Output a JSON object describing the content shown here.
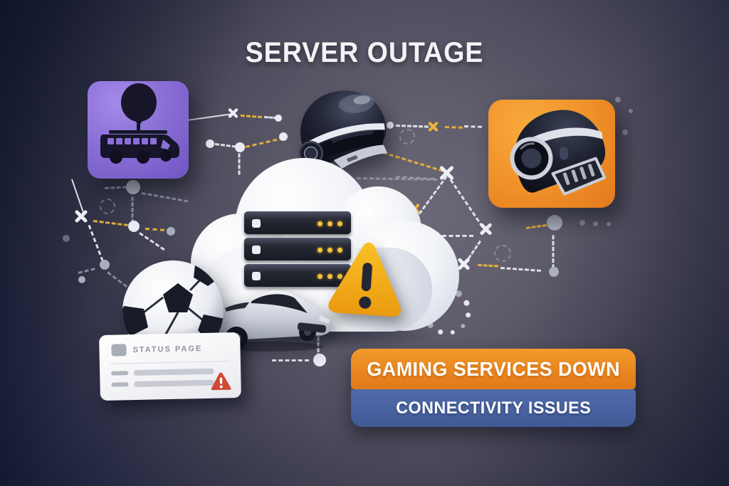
{
  "title": "SERVER OUTAGE",
  "tiles": {
    "battle_bus": {
      "icon": "battle-bus-icon",
      "bg_color": "#8a6fd6"
    },
    "combat_helmet": {
      "icon": "combat-helmet-icon",
      "bg_color": "#f0922a"
    }
  },
  "floating": {
    "racing_helmet": {
      "icon": "racing-helmet-icon"
    }
  },
  "cloud": {
    "icon": "cloud-icon",
    "server_rows": 3,
    "leds_per_row": 3,
    "led_color": "#f2c238",
    "warning": {
      "icon": "warning-triangle-icon",
      "color": "#f2ae18"
    }
  },
  "objects": {
    "soccer_ball": {
      "icon": "soccer-ball-icon"
    },
    "sports_car": {
      "icon": "sports-car-icon"
    }
  },
  "status_card": {
    "title": "STATUS PAGE",
    "rows": 2,
    "alert": {
      "icon": "alert-triangle-icon",
      "color": "#cf4934"
    }
  },
  "banners": {
    "primary": {
      "label": "GAMING SERVICES DOWN",
      "bg_color": "#e8851f"
    },
    "secondary": {
      "label": "CONNECTIVITY ISSUES",
      "bg_color": "#47629f"
    }
  },
  "colors": {
    "background_center": "#615e6d",
    "background_edge": "#141a2e",
    "dash_white": "#e9ebf2",
    "dash_gray": "#a9aebd",
    "dash_yellow": "#e8b23a"
  }
}
